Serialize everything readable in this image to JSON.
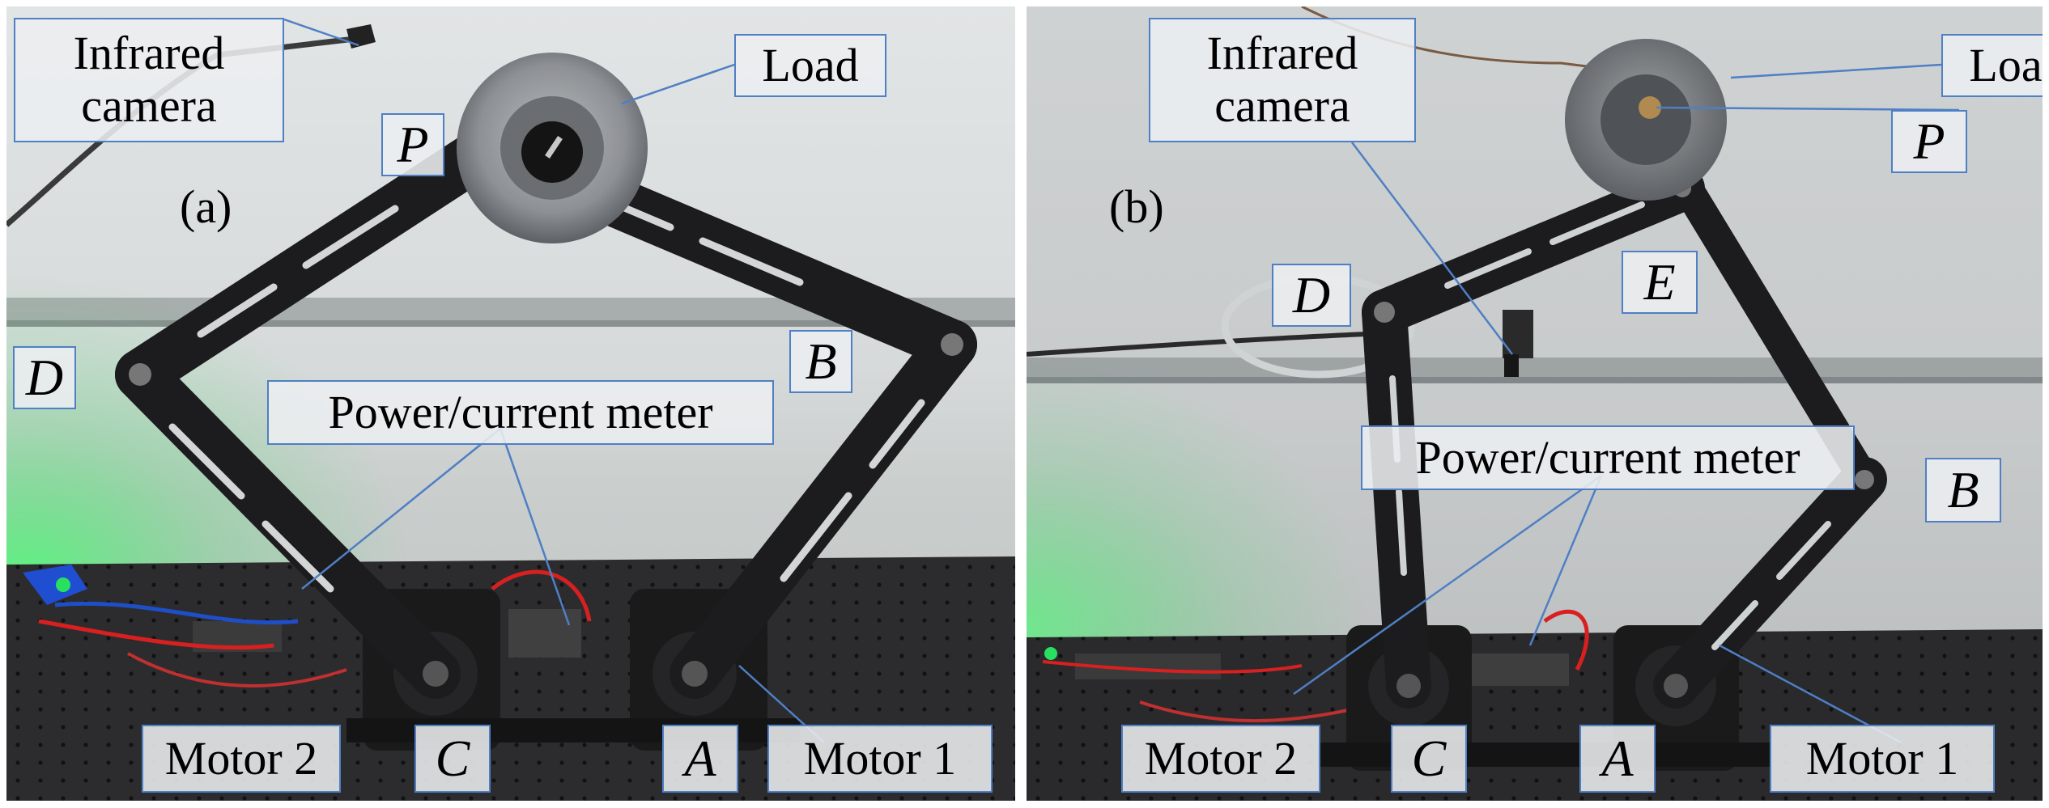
{
  "panels": [
    {
      "tag": "(a)",
      "labels": {
        "camera": "Infrared camera",
        "load": "Load",
        "p": "P",
        "d": "D",
        "b": "B",
        "meter": "Power/current meter",
        "motor2": "Motor 2",
        "c": "C",
        "a": "A",
        "motor1": "Motor 1"
      }
    },
    {
      "tag": "(b)",
      "labels": {
        "camera": "Infrared camera",
        "load": "Load",
        "p": "P",
        "d": "D",
        "e": "E",
        "b": "B",
        "meter": "Power/current meter",
        "motor2": "Motor 2",
        "c": "C",
        "a": "A",
        "motor1": "Motor 1"
      }
    }
  ],
  "colors": {
    "leader_line": "#4f7fc4",
    "label_border": "#4f7fc4",
    "robot_arm": "#1c1c1e",
    "bench": "#2a2a2c",
    "background_a": "#d8dcdc",
    "background_b": "#cfd2d4",
    "led_green": "#28e060",
    "wire_red": "#d82020"
  }
}
